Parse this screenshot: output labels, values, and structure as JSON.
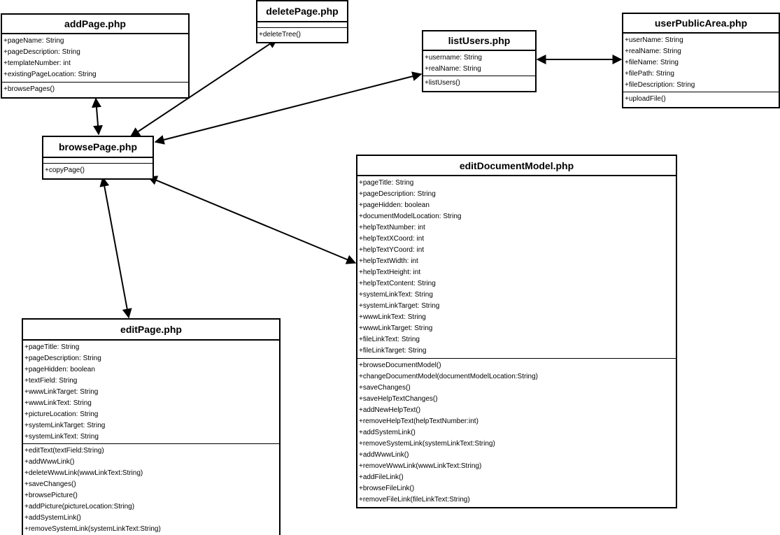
{
  "classes": {
    "addPage": {
      "name": "addPage.php",
      "attributes": [
        "+pageName: String",
        "+pageDescription: String",
        "+templateNumber: int",
        "+existingPageLocation: String"
      ],
      "methods": [
        "+browsePages()"
      ]
    },
    "deletePage": {
      "name": "deletePage.php",
      "attributes": [],
      "methods": [
        "+deleteTree()"
      ]
    },
    "listUsers": {
      "name": "listUsers.php",
      "attributes": [
        "+username: String",
        "+realName: String"
      ],
      "methods": [
        "+listUsers()"
      ]
    },
    "userPublicArea": {
      "name": "userPublicArea.php",
      "attributes": [
        "+userName: String",
        "+realName: String",
        "+fileName: String",
        "+filePath: String",
        "+fileDescription: String"
      ],
      "methods": [
        "+uploadFile()"
      ]
    },
    "browsePage": {
      "name": "browsePage.php",
      "attributes": [],
      "methods": [
        "+copyPage()"
      ]
    },
    "editDocumentModel": {
      "name": "editDocumentModel.php",
      "attributes": [
        "+pageTitle: String",
        "+pageDescription: String",
        "+pageHidden: boolean",
        "+documentModelLocation: String",
        "+helpTextNumber: int",
        "+helpTextXCoord: int",
        "+helpTextYCoord: int",
        "+helpTextWidth: int",
        "+helpTextHeight: int",
        "+helpTextContent: String",
        "+systemLinkText: String",
        "+systemLinkTarget: String",
        "+wwwLinkText: String",
        "+wwwLinkTarget: String",
        "+fileLinkText: String",
        "+fileLinkTarget: String"
      ],
      "methods": [
        "+browseDocumentModel()",
        "+changeDocumentModel(documentModelLocation:String)",
        "+saveChanges()",
        "+saveHelpTextChanges()",
        "+addNewHelpText()",
        "+removeHelpText(helpTextNumber:int)",
        "+addSystemLink()",
        "+removeSystemLink(systemLinkText:String)",
        "+addWwwLink()",
        "+removeWwwLink(wwwLinkText:String)",
        "+addFileLink()",
        "+browseFileLink()",
        "+removeFileLink(fileLinkText:String)"
      ]
    },
    "editPage": {
      "name": "editPage.php",
      "attributes": [
        "+pageTitle: String",
        "+pageDescription: String",
        "+pageHidden: boolean",
        "+textField: String",
        "+wwwLinkTarget: String",
        "+wwwLinkText: String",
        "+pictureLocation: String",
        "+systemLinkTarget: String",
        "+systemLinkText: String"
      ],
      "methods": [
        "+editText(textField:String)",
        "+addWwwLink()",
        "+deleteWwwLink(wwwLinkText:String)",
        "+saveChanges()",
        "+browsePicture()",
        "+addPicture(pictureLocation:String)",
        "+addSystemLink()",
        "+removeSystemLink(systemLinkText:String)"
      ]
    }
  },
  "associations": [
    {
      "from": "addPage",
      "to": "browsePage"
    },
    {
      "from": "deletePage",
      "to": "browsePage"
    },
    {
      "from": "listUsers",
      "to": "browsePage"
    },
    {
      "from": "listUsers",
      "to": "userPublicArea"
    },
    {
      "from": "browsePage",
      "to": "editDocumentModel"
    },
    {
      "from": "browsePage",
      "to": "editPage"
    }
  ]
}
